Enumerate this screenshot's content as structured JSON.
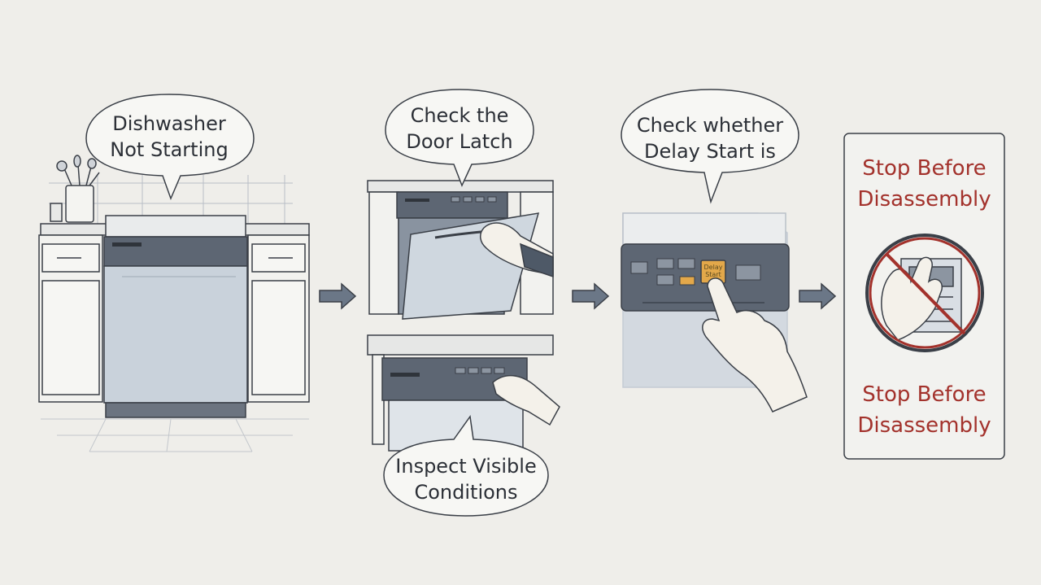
{
  "steps": [
    {
      "label": "Dishwasher\nNot Starting"
    },
    {
      "label": "Check the\nDoor Latch"
    },
    {
      "label": "Inspect Visible\nConditions"
    },
    {
      "label": "Check whether\nDelay Start is"
    }
  ],
  "warning": {
    "top": "Stop Before\nDisassembly",
    "bottom": "Stop Before\nDisassembly"
  },
  "delay_button_label": "Delay\nStart",
  "colors": {
    "background": "#efeeea",
    "line": "#3a3f47",
    "steel": "#c9d2db",
    "panel": "#5d6673",
    "accent": "#e3a84a",
    "warning": "#a3322c"
  },
  "icons": [
    "arrow-right-icon",
    "no-hands-prohibition-icon"
  ]
}
